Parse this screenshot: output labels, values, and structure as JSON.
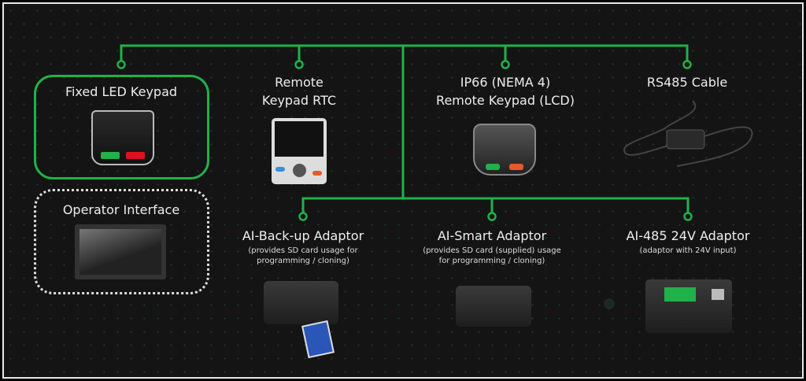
{
  "colors": {
    "accent": "#1fb14a",
    "background": "#141414"
  },
  "products": {
    "fixed_led_keypad": "Fixed LED Keypad",
    "remote_keypad_rtc_line1": "Remote",
    "remote_keypad_rtc_line2": "Keypad RTC",
    "ip66_line1": "IP66 (NEMA 4)",
    "ip66_line2": "Remote Keypad (LCD)",
    "rs485_cable": "RS485 Cable",
    "operator_interface": "Operator Interface",
    "backup_adaptor": "AI-Back-up Adaptor",
    "backup_desc1": "(provides SD card usage for",
    "backup_desc2": "programming / cloning)",
    "smart_adaptor": "AI-Smart Adaptor",
    "smart_desc1": "(provides SD card (supplied) usage",
    "smart_desc2": "for programming / cloning)",
    "ai485_adaptor": "AI-485 24V Adaptor",
    "ai485_desc": "(adaptor with 24V input)"
  }
}
